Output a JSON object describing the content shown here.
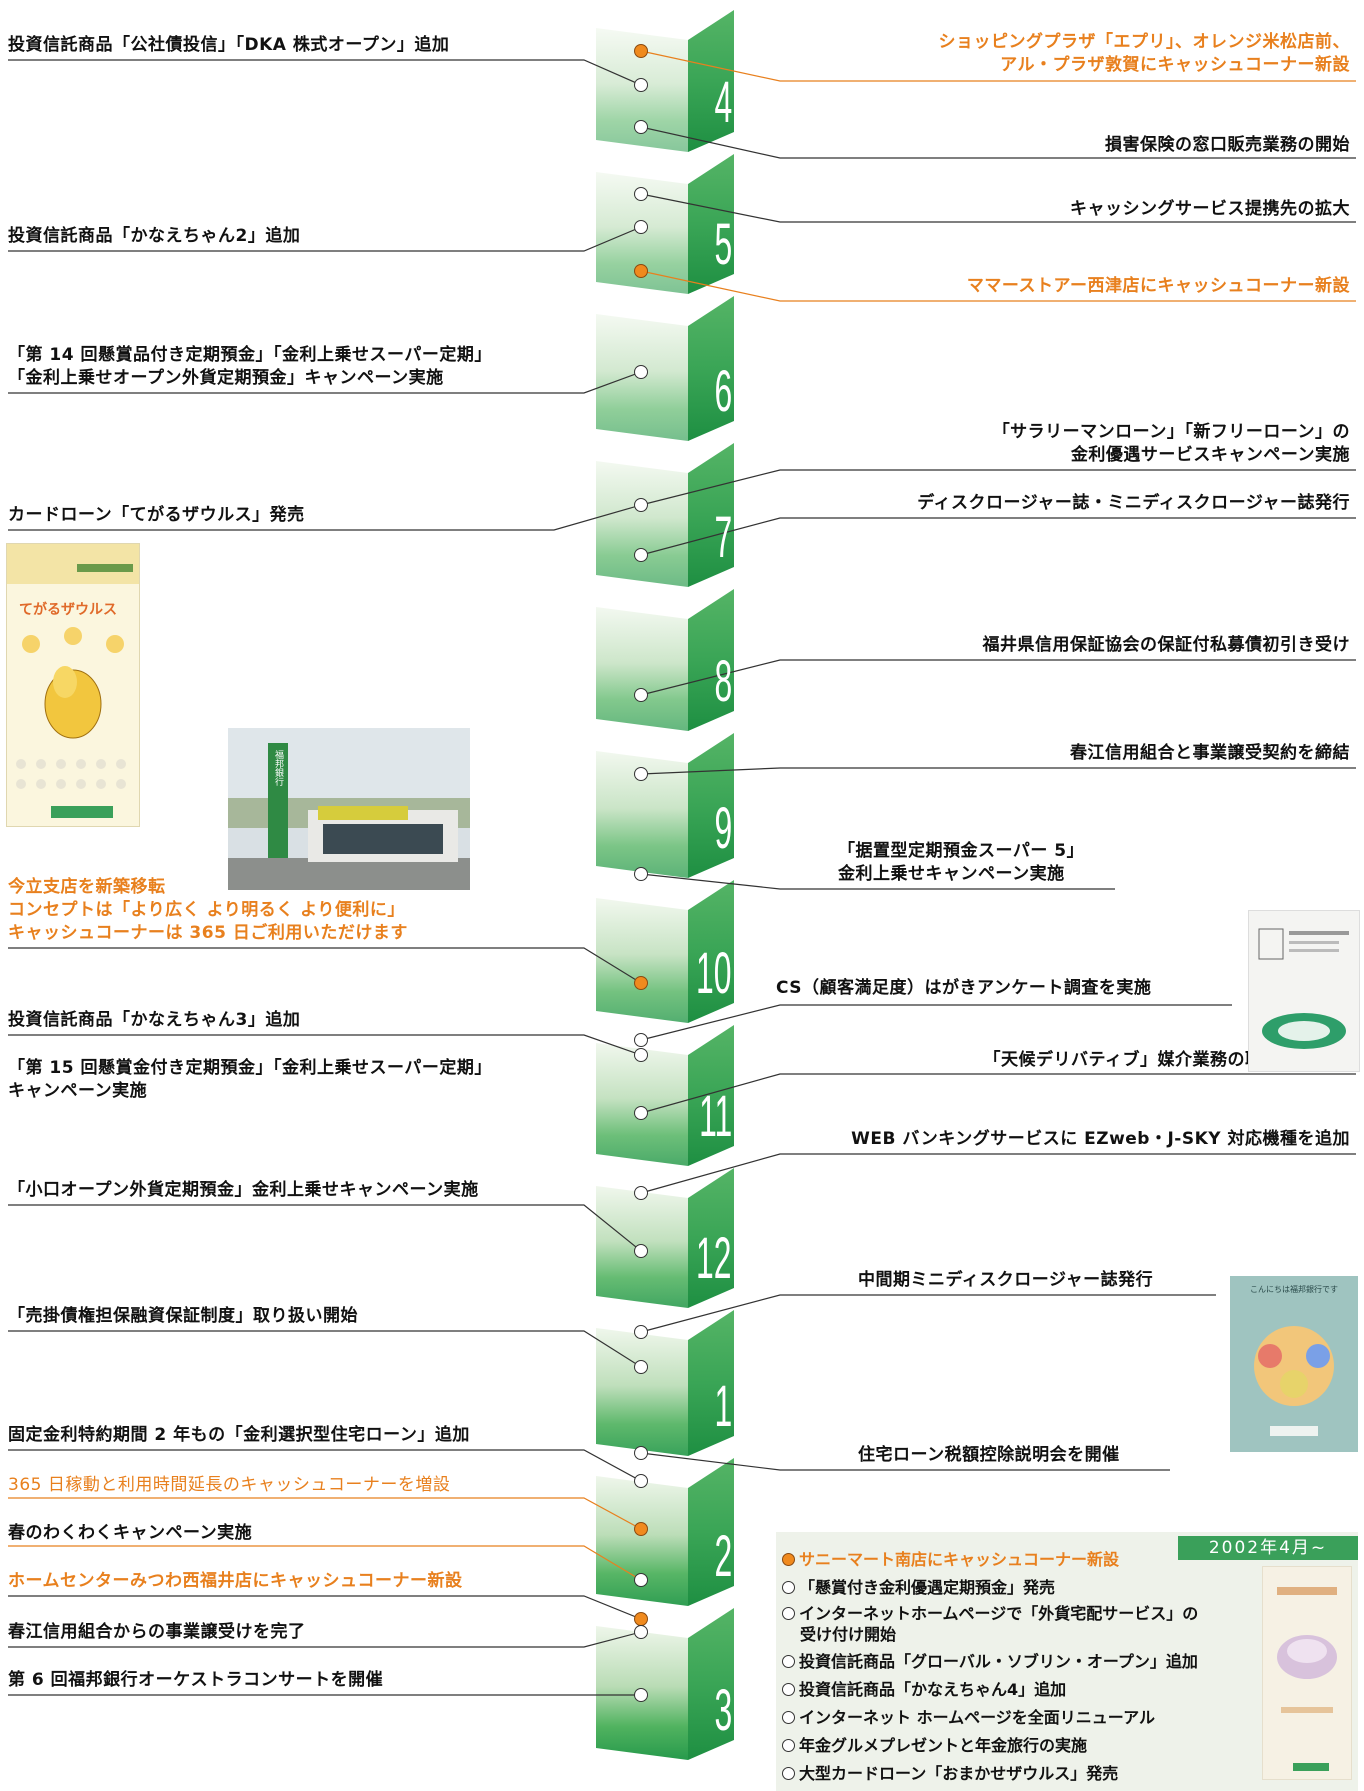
{
  "timeline": {
    "months": [
      "4",
      "5",
      "6",
      "7",
      "8",
      "9",
      "10",
      "11",
      "12",
      "1",
      "2",
      "3"
    ],
    "left_events": [
      {
        "text": "投資信託商品「公社債投信」「DKA 株式オープン」追加",
        "orange": false
      },
      {
        "text": "投資信託商品「かなえちゃん2」追加",
        "orange": false
      },
      {
        "text": "「第 14 回懸賞品付き定期預金」「金利上乗せスーパー定期」",
        "orange": false
      },
      {
        "text": "「金利上乗せオープン外貨定期預金」キャンペーン実施",
        "orange": false
      },
      {
        "text": "カードローン「てがるザウルス」発売",
        "orange": false
      },
      {
        "text": "今立支店を新築移転",
        "orange": true
      },
      {
        "text": "コンセプトは「より広く より明るく より便利に」",
        "orange": true
      },
      {
        "text": "キャッシュコーナーは 365 日ご利用いただけます",
        "orange": true
      },
      {
        "text": "投資信託商品「かなえちゃん3」追加",
        "orange": false
      },
      {
        "text": "「第 15 回懸賞金付き定期預金」「金利上乗せスーパー定期」",
        "orange": false
      },
      {
        "text": "キャンペーン実施",
        "orange": false
      },
      {
        "text": "「小口オープン外貨定期預金」金利上乗せキャンペーン実施",
        "orange": false
      },
      {
        "text": "「売掛債権担保融資保証制度」取り扱い開始",
        "orange": false
      },
      {
        "text": "固定金利特約期間 2 年もの「金利選択型住宅ローン」追加",
        "orange": false
      },
      {
        "text": "365 日稼動と利用時間延長のキャッシュコーナーを増設",
        "orange": true
      },
      {
        "text": "春のわくわくキャンペーン実施",
        "orange": false
      },
      {
        "text": "ホームセンターみつわ西福井店にキャッシュコーナー新設",
        "orange": true
      },
      {
        "text": "春江信用組合からの事業譲受けを完了",
        "orange": false
      },
      {
        "text": "第 6 回福邦銀行オーケストラコンサートを開催",
        "orange": false
      }
    ],
    "right_events": [
      {
        "text": "ショッピングプラザ「エプリ」、オレンジ米松店前、",
        "orange": true
      },
      {
        "text": "アル・プラザ敦賀にキャッシュコーナー新設",
        "orange": true
      },
      {
        "text": "損害保険の窓口販売業務の開始",
        "orange": false
      },
      {
        "text": "キャッシングサービス提携先の拡大",
        "orange": false
      },
      {
        "text": "ママーストアー西津店にキャッシュコーナー新設",
        "orange": true
      },
      {
        "text": "「サラリーマンローン」「新フリーローン」の",
        "orange": false
      },
      {
        "text": "金利優遇サービスキャンペーン実施",
        "orange": false
      },
      {
        "text": "ディスクロージャー誌・ミニディスクロージャー誌発行",
        "orange": false
      },
      {
        "text": "福井県信用保証協会の保証付私募債初引き受け",
        "orange": false
      },
      {
        "text": "春江信用組合と事業譲受契約を締結",
        "orange": false
      },
      {
        "text": "「据置型定期預金スーパー 5」",
        "orange": false
      },
      {
        "text": "金利上乗せキャンペーン実施",
        "orange": false
      },
      {
        "text": "CS（顧客満足度）はがきアンケート調査を実施",
        "orange": false
      },
      {
        "text": "「天候デリバティブ」媒介業務の取り扱い開始",
        "orange": false
      },
      {
        "text": "WEB バンキングサービスに EZweb・J-SKY 対応機種を追加",
        "orange": false
      },
      {
        "text": "中間期ミニディスクロージャー誌発行",
        "orange": false
      },
      {
        "text": "住宅ローン税額控除説明会を開催",
        "orange": false
      }
    ]
  },
  "info_box": {
    "period": "2002年4月~",
    "items": [
      {
        "text": "サニーマート南店にキャッシュコーナー新設",
        "orange": true
      },
      {
        "text": "「懸賞付き金利優遇定期預金」発売",
        "orange": false
      },
      {
        "text": "インターネットホームページで「外貨宅配サービス」の",
        "orange": false
      },
      {
        "text": "受け付け開始",
        "orange": false
      },
      {
        "text": "投資信託商品「グローバル・ソブリン・オープン」追加",
        "orange": false
      },
      {
        "text": "投資信託商品「かなえちゃん4」追加",
        "orange": false
      },
      {
        "text": "インターネット ホームページを全面リニューアル",
        "orange": false
      },
      {
        "text": "年金グルメプレゼントと年金旅行の実施",
        "orange": false
      },
      {
        "text": "大型カードローン「おまかせザウルス」発売",
        "orange": false
      }
    ]
  },
  "colors": {
    "accent_orange": "#e8801e",
    "green_dark": "#2e9e4e",
    "green_light": "#e6f3e6"
  },
  "images": [
    {
      "name": "card-loan-leaflet-image",
      "text": "てがるザウルス"
    },
    {
      "name": "branch-building-photo",
      "text": "福邦銀行"
    },
    {
      "name": "survey-postcard-image",
      "text": ""
    },
    {
      "name": "mini-disclosure-booklet-image",
      "text": "こんにちは福邦銀行です"
    },
    {
      "name": "pension-campaign-leaflet-image",
      "text": ""
    }
  ]
}
